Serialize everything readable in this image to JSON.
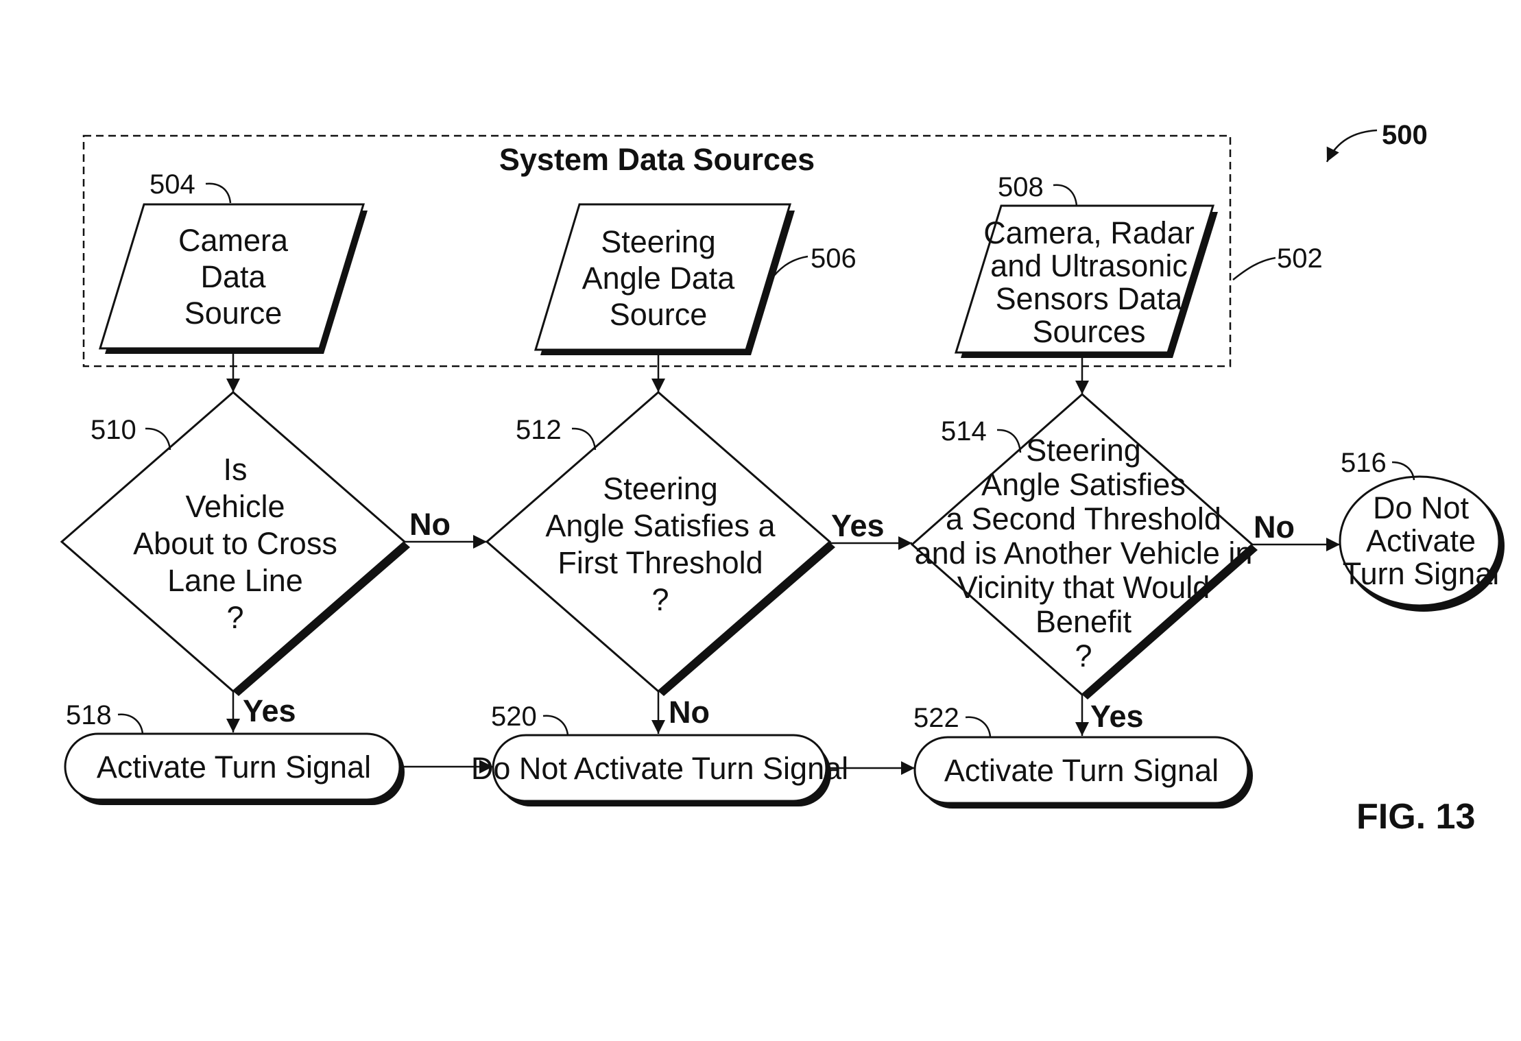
{
  "figure_number": "500",
  "figure_label": "FIG. 13",
  "group": {
    "ref": "502",
    "title": "System Data Sources"
  },
  "inputs": [
    {
      "ref": "504",
      "lines": [
        "Camera",
        "Data",
        "Source"
      ]
    },
    {
      "ref": "506",
      "lines": [
        "Steering",
        "Angle Data",
        "Source"
      ]
    },
    {
      "ref": "508",
      "lines": [
        "Camera, Radar",
        "and Ultrasonic",
        "Sensors Data",
        "Sources"
      ]
    }
  ],
  "decisions": [
    {
      "ref": "510",
      "lines": [
        "Is",
        "Vehicle",
        "About to Cross",
        "Lane Line",
        "?"
      ]
    },
    {
      "ref": "512",
      "lines": [
        "Steering",
        "Angle Satisfies a",
        "First Threshold",
        "?"
      ]
    },
    {
      "ref": "514",
      "lines": [
        "Steering",
        "Angle Satisfies",
        "a Second Threshold",
        "and is Another Vehicle in",
        "Vicinity that Would",
        "Benefit",
        "?"
      ]
    }
  ],
  "terminal_side": {
    "ref": "516",
    "lines": [
      "Do Not",
      "Activate",
      "Turn Signal"
    ]
  },
  "outcomes": [
    {
      "ref": "518",
      "label": "Activate Turn Signal"
    },
    {
      "ref": "520",
      "label": "Do Not Activate Turn Signal"
    },
    {
      "ref": "522",
      "label": "Activate Turn Signal"
    }
  ],
  "edge_labels": {
    "d510_no": "No",
    "d510_yes": "Yes",
    "d512_yes": "Yes",
    "d512_no": "No",
    "d514_no": "No",
    "d514_yes": "Yes"
  }
}
